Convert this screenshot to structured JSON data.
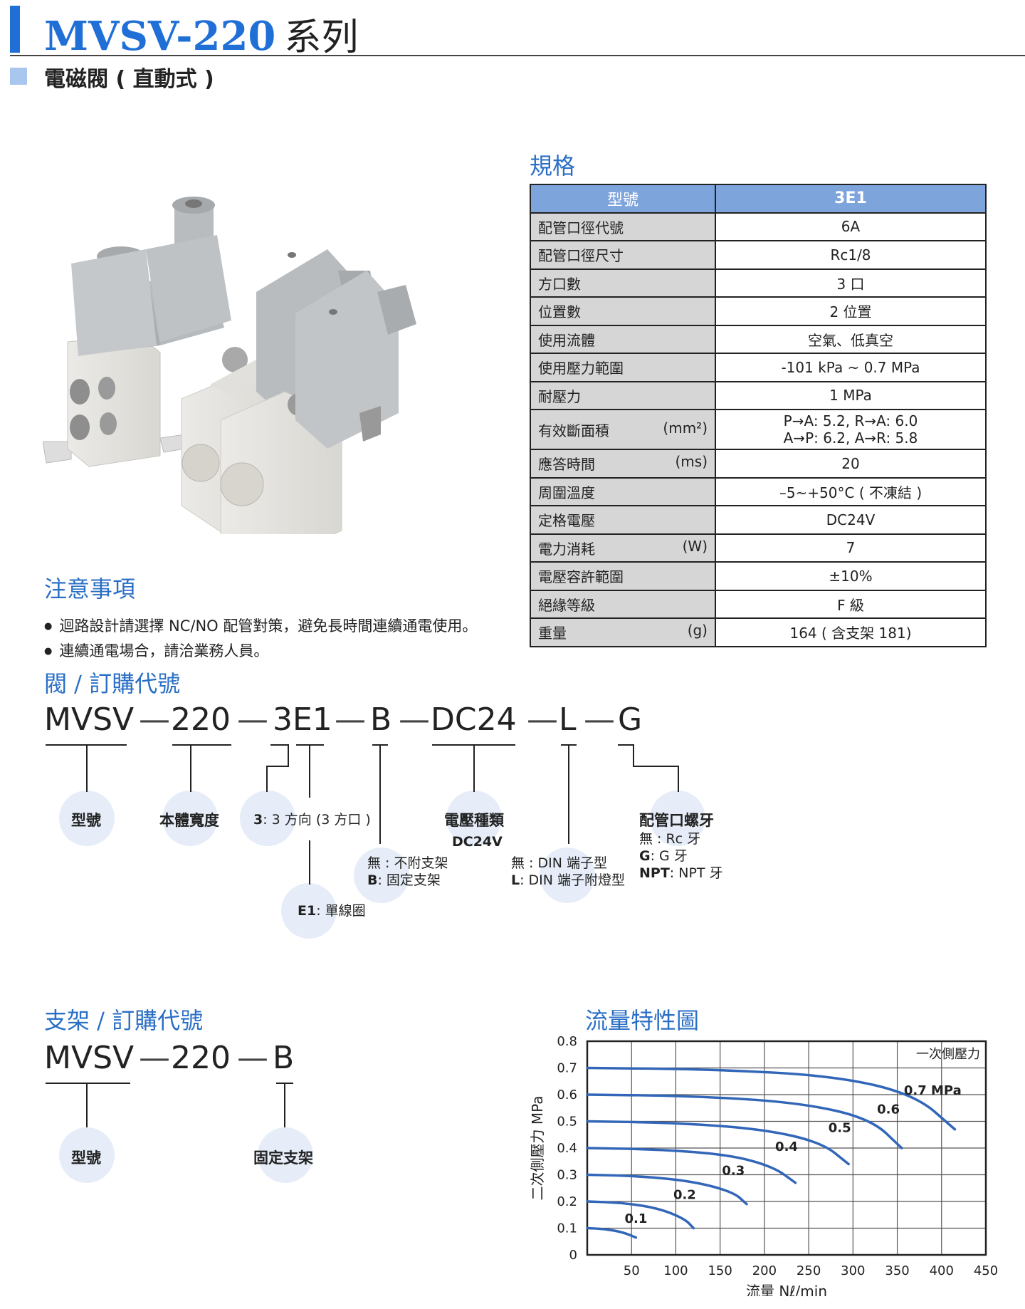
{
  "header": {
    "title_model": "MVSV-220",
    "title_suffix": "系列",
    "subtitle": "電磁閥 ( 直動式 )"
  },
  "spec": {
    "title": "規格",
    "head_label": "型號",
    "head_value": "3E1",
    "rows": [
      {
        "label": "配管口徑代號",
        "unit": "",
        "value": "6A"
      },
      {
        "label": "配管口徑尺寸",
        "unit": "",
        "value": "Rc1/8"
      },
      {
        "label": "方口數",
        "unit": "",
        "value": "3 口"
      },
      {
        "label": "位置數",
        "unit": "",
        "value": "2 位置"
      },
      {
        "label": "使用流體",
        "unit": "",
        "value": "空氣、低真空"
      },
      {
        "label": "使用壓力範圍",
        "unit": "",
        "value": "-101 kPa ~ 0.7 MPa"
      },
      {
        "label": "耐壓力",
        "unit": "",
        "value": "1 MPa"
      },
      {
        "label": "有效斷面積",
        "unit": "(mm²)",
        "value": "P→A: 5.2, R→A: 6.0",
        "value2": "A→P: 6.2, A→R: 5.8"
      },
      {
        "label": "應答時間",
        "unit": "(ms)",
        "value": "20"
      },
      {
        "label": "周圍溫度",
        "unit": "",
        "value": "–5~+50°C ( 不凍結 )"
      },
      {
        "label": "定格電壓",
        "unit": "",
        "value": "DC24V"
      },
      {
        "label": "電力消耗",
        "unit": "(W)",
        "value": "7"
      },
      {
        "label": "電壓容許範圍",
        "unit": "",
        "value": "±10%"
      },
      {
        "label": "絕緣等級",
        "unit": "",
        "value": "F 級"
      },
      {
        "label": "重量",
        "unit": "(g)",
        "value": "164 ( 含支架 181)"
      }
    ]
  },
  "notes": {
    "title": "注意事項",
    "items": [
      "迴路設計請選擇 NC/NO 配管對策，避免長時間連續通電使用。",
      "連續通電場合，請洽業務人員。"
    ]
  },
  "valve_order": {
    "title": "閥 / 訂購代號",
    "parts": [
      "MVSV",
      "220",
      "3E1",
      "B",
      "DC24",
      "L",
      "G"
    ],
    "dash": "—",
    "label_model": "型號",
    "label_width": "本體寬度",
    "label_ports_key": "3",
    "label_ports_text": ": 3 方向 (3 方口 )",
    "label_coil_key": "E1",
    "label_coil_text": ": 單線圈",
    "label_bracket_none": "無 : 不附支架",
    "label_bracket_key": "B",
    "label_bracket_text": ": 固定支架",
    "label_voltage": "電壓種類",
    "label_voltage_val": "DC24V",
    "label_term_none": "無 : DIN 端子型",
    "label_term_key": "L",
    "label_term_text": ": DIN 端子附燈型",
    "label_thread": "配管口螺牙",
    "label_thread_none": "無 : Rc 牙",
    "label_thread_g_key": "G",
    "label_thread_g_text": ": G 牙",
    "label_thread_npt_key": "NPT",
    "label_thread_npt_text": ": NPT 牙"
  },
  "bracket_order": {
    "title": "支架 / 訂購代號",
    "parts": [
      "MVSV",
      "220",
      "B"
    ],
    "label_model": "型號",
    "label_bracket": "固定支架"
  },
  "flow_chart": {
    "title": "流量特性圖"
  },
  "chart_data": {
    "type": "line",
    "xlabel": "流量  Nℓ/min",
    "ylabel": "二次側壓力 MPa",
    "legend_title": "一次側壓力",
    "xlim": [
      0,
      450
    ],
    "ylim": [
      0,
      0.8
    ],
    "xticks": [
      50,
      100,
      150,
      200,
      250,
      300,
      350,
      400,
      450
    ],
    "yticks": [
      0,
      0.1,
      0.2,
      0.3,
      0.4,
      0.5,
      0.6,
      0.7,
      0.8
    ],
    "series": [
      {
        "name": "0.1",
        "x": [
          0,
          20,
          40,
          55
        ],
        "y": [
          0.1,
          0.097,
          0.085,
          0.065
        ]
      },
      {
        "name": "0.2",
        "x": [
          0,
          40,
          80,
          110,
          120
        ],
        "y": [
          0.2,
          0.195,
          0.175,
          0.135,
          0.1
        ]
      },
      {
        "name": "0.3",
        "x": [
          0,
          60,
          120,
          165,
          180
        ],
        "y": [
          0.3,
          0.295,
          0.275,
          0.235,
          0.19
        ]
      },
      {
        "name": "0.4",
        "x": [
          0,
          80,
          160,
          210,
          235
        ],
        "y": [
          0.4,
          0.395,
          0.375,
          0.33,
          0.27
        ]
      },
      {
        "name": "0.5",
        "x": [
          0,
          100,
          200,
          265,
          295
        ],
        "y": [
          0.5,
          0.495,
          0.47,
          0.42,
          0.34
        ]
      },
      {
        "name": "0.6",
        "x": [
          0,
          120,
          240,
          320,
          355
        ],
        "y": [
          0.6,
          0.595,
          0.57,
          0.51,
          0.4
        ]
      },
      {
        "name": "0.7",
        "x": [
          0,
          140,
          280,
          370,
          415
        ],
        "y": [
          0.7,
          0.695,
          0.67,
          0.6,
          0.47
        ]
      }
    ],
    "point_labels": [
      {
        "text": "0.1",
        "x": 55,
        "y": 0.12
      },
      {
        "text": "0.2",
        "x": 110,
        "y": 0.21
      },
      {
        "text": "0.3",
        "x": 165,
        "y": 0.3
      },
      {
        "text": "0.4",
        "x": 225,
        "y": 0.39
      },
      {
        "text": "0.5",
        "x": 285,
        "y": 0.46
      },
      {
        "text": "0.6",
        "x": 340,
        "y": 0.53
      },
      {
        "text": "0.7 MPa",
        "x": 390,
        "y": 0.6
      }
    ],
    "colors": {
      "line": "#3266b8",
      "axis": "#222222"
    }
  }
}
